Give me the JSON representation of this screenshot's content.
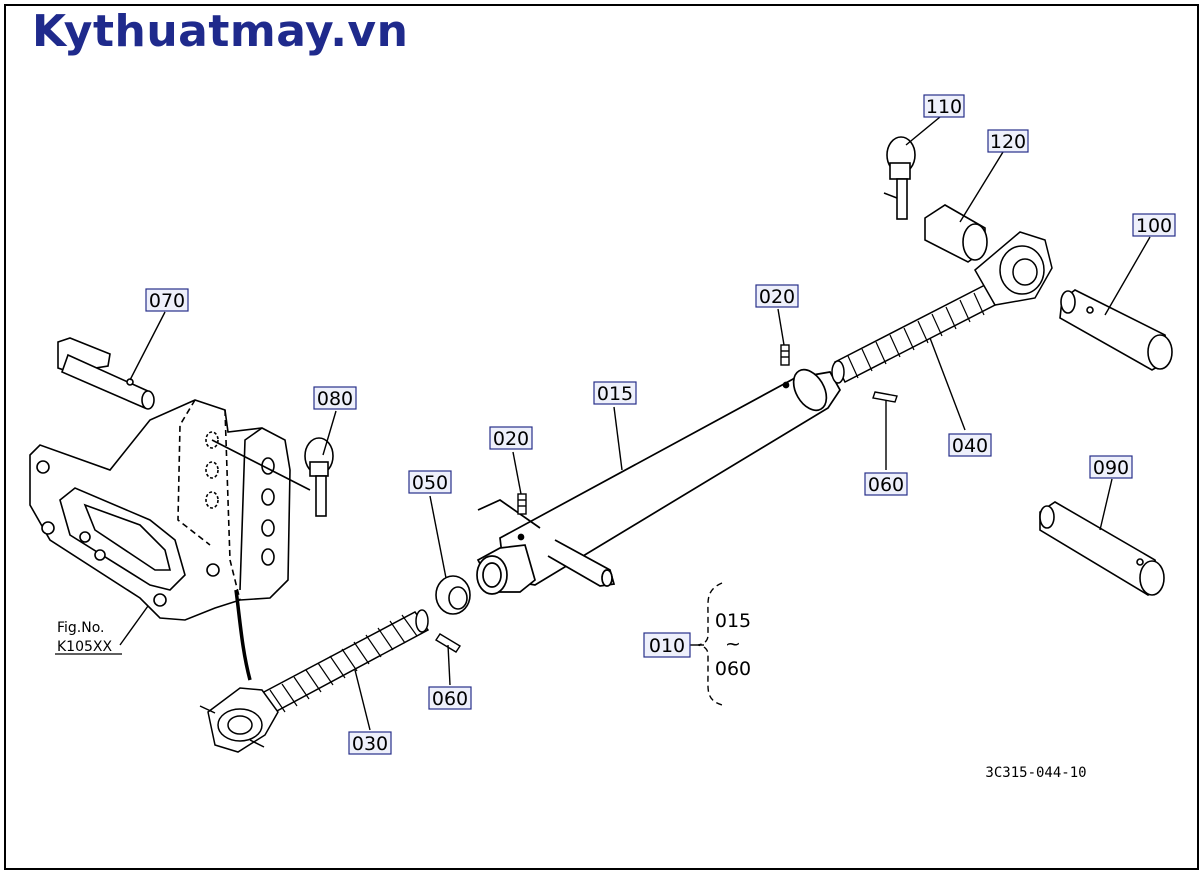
{
  "header": {
    "site_title": "Kythuatmay.vn"
  },
  "callouts": {
    "c110": "110",
    "c120": "120",
    "c100": "100",
    "c020a": "020",
    "c020b": "020",
    "c015": "015",
    "c040": "040",
    "c060a": "060",
    "c090": "090",
    "c070": "070",
    "c080": "080",
    "c050": "050",
    "c060b": "060",
    "c030": "030",
    "c010": "010"
  },
  "assembly_range": {
    "from": "015",
    "tilde": "~",
    "to": "060"
  },
  "figure_ref": {
    "line1": "Fig.No.",
    "line2": "K105XX"
  },
  "drawing_number": "3C315-044-10",
  "colors": {
    "title": "#1f2a8c",
    "callout_fill": "#eef0fb",
    "callout_border": "#27308a",
    "line": "#000000"
  }
}
